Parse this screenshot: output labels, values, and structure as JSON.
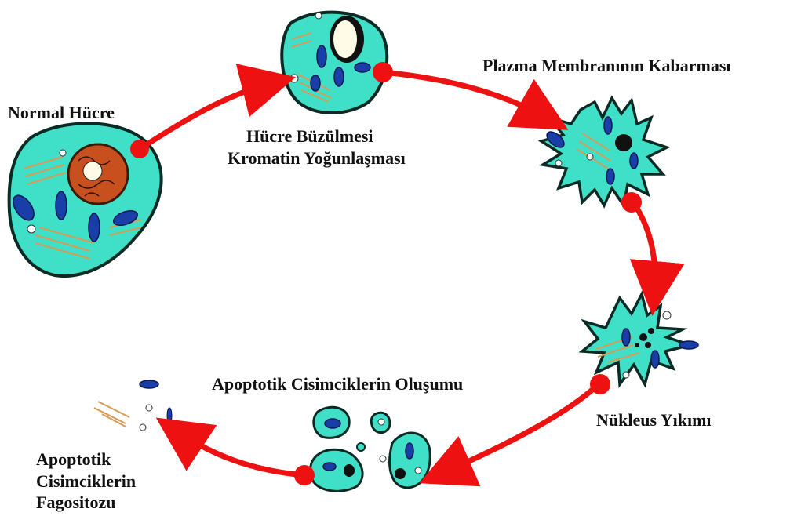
{
  "labels": {
    "normal_cell": "Normal Hücre",
    "shrinkage_line1": "Hücre Büzülmesi",
    "shrinkage_line2": "Kromatin Yoğunlaşması",
    "blebbing": "Plazma Membranının Kabarması",
    "nucleus_breakdown": "Nükleus Yıkımı",
    "apoptotic_bodies": "Apoptotik Cisimciklerin Oluşumu",
    "phagocytosis_line1": "Apoptotik",
    "phagocytosis_line2": "Cisimciklerin",
    "phagocytosis_line3": "Fagositozu"
  },
  "colors": {
    "cytoplasm": "#40e0c8",
    "outline": "#0b2a24",
    "nucleus": "#c8501e",
    "mitochondria": "#1a3ea8",
    "arrow": "#ee1111",
    "er": "#d89a55",
    "text": "#111111"
  }
}
